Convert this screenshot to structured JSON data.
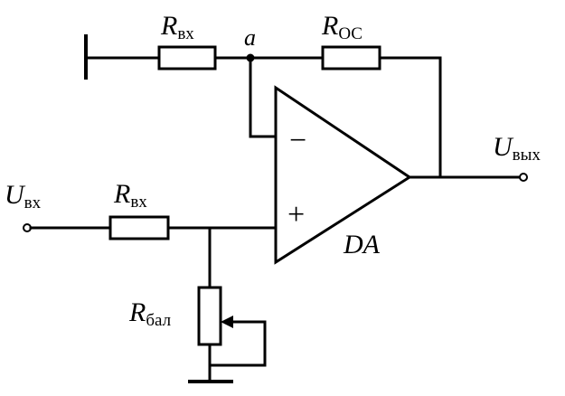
{
  "labels": {
    "r_in_top": {
      "main": "R",
      "sub": "вх"
    },
    "node_a": "a",
    "r_fb": {
      "main": "R",
      "sub": "ОС"
    },
    "u_out": {
      "main": "U",
      "sub": "вых"
    },
    "u_in": {
      "main": "U",
      "sub": "вх"
    },
    "r_in_bottom": {
      "main": "R",
      "sub": "вх"
    },
    "minus": "−",
    "plus": "+",
    "opamp": "DA",
    "r_bal": {
      "main": "R",
      "sub": "бал"
    }
  }
}
